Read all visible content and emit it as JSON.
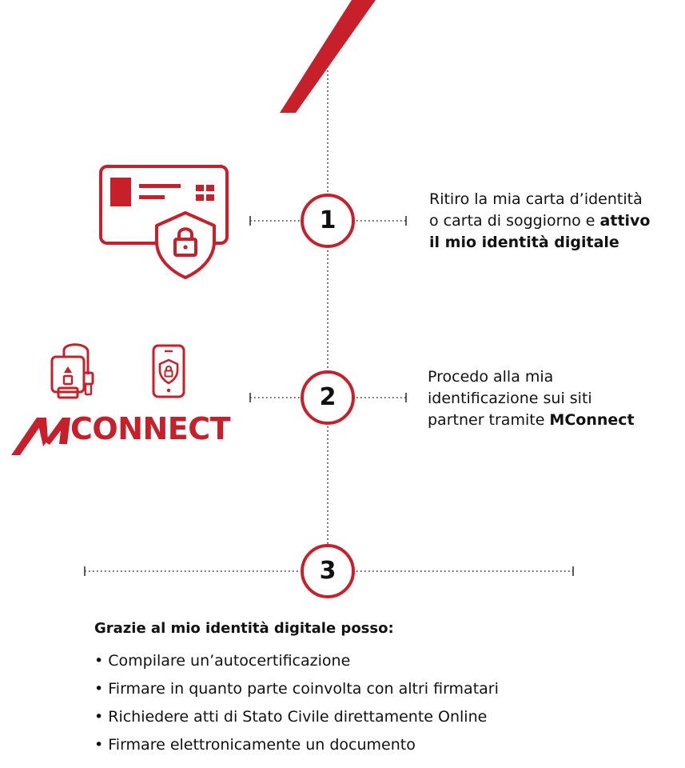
{
  "colors": {
    "accent": "#c8202a",
    "text": "#111111",
    "guide": "#333333"
  },
  "icons": {
    "step1": "id-card-shield-lock-icon",
    "step2a": "card-reader-icon",
    "step2b": "smartphone-shield-lock-icon",
    "logo": "mconnect-logo"
  },
  "logo": {
    "wordmark": "CONNECT"
  },
  "steps": [
    {
      "number": "1",
      "line1": "Ritiro la mia carta d’identità",
      "line2_normal": "o carta di soggiorno e ",
      "line2_bold": "attivo",
      "line3_bold": "il mio identità digitale"
    },
    {
      "number": "2",
      "line1": "Procedo alla mia",
      "line2": "identificazione sui siti",
      "line3_normal": "partner tramite ",
      "line3_bold": "MConnect"
    },
    {
      "number": "3"
    }
  ],
  "benefits": {
    "title": "Grazie al mio identità digitale posso:",
    "items": [
      "Compilare un’autocertificazione",
      "Firmare in quanto parte coinvolta con altri firmatari",
      "Richiedere atti di Stato Civile direttamente Online",
      "Firmare elettronicamente un documento"
    ]
  }
}
